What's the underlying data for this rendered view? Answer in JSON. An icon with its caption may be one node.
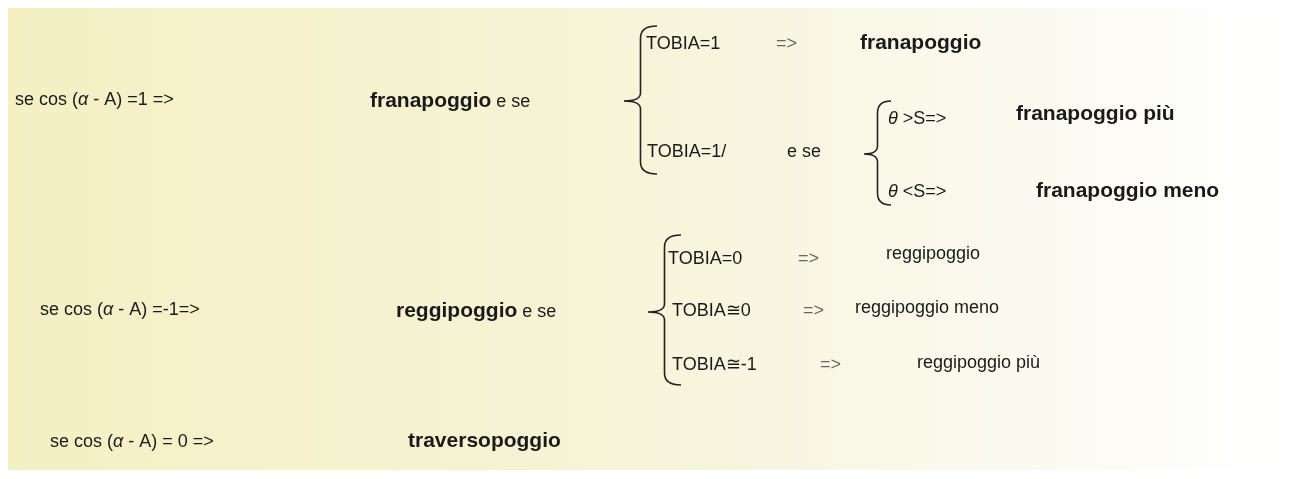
{
  "diagram": {
    "labels": [
      "se cos (*α*  - A) =1 =>",
      "**franapoggio** e se",
      "TOBIA=1",
      "=>",
      "franapoggio",
      "TOBIA=1/",
      "e se",
      "*θ* >S=>",
      "franapoggio più",
      "*θ* <S=>",
      "franapoggio meno",
      "se cos (*α*  - A) =-1=>",
      "**reggipoggio** e se",
      "TOBIA=0",
      "=>",
      "reggipoggio",
      "TOBIA≅0",
      "=>",
      "reggipoggio meno",
      "TOBIA≅-1",
      "=>",
      "reggipoggio più",
      "se cos (*α*  - A) = 0 =>",
      "traversopoggio"
    ]
  }
}
